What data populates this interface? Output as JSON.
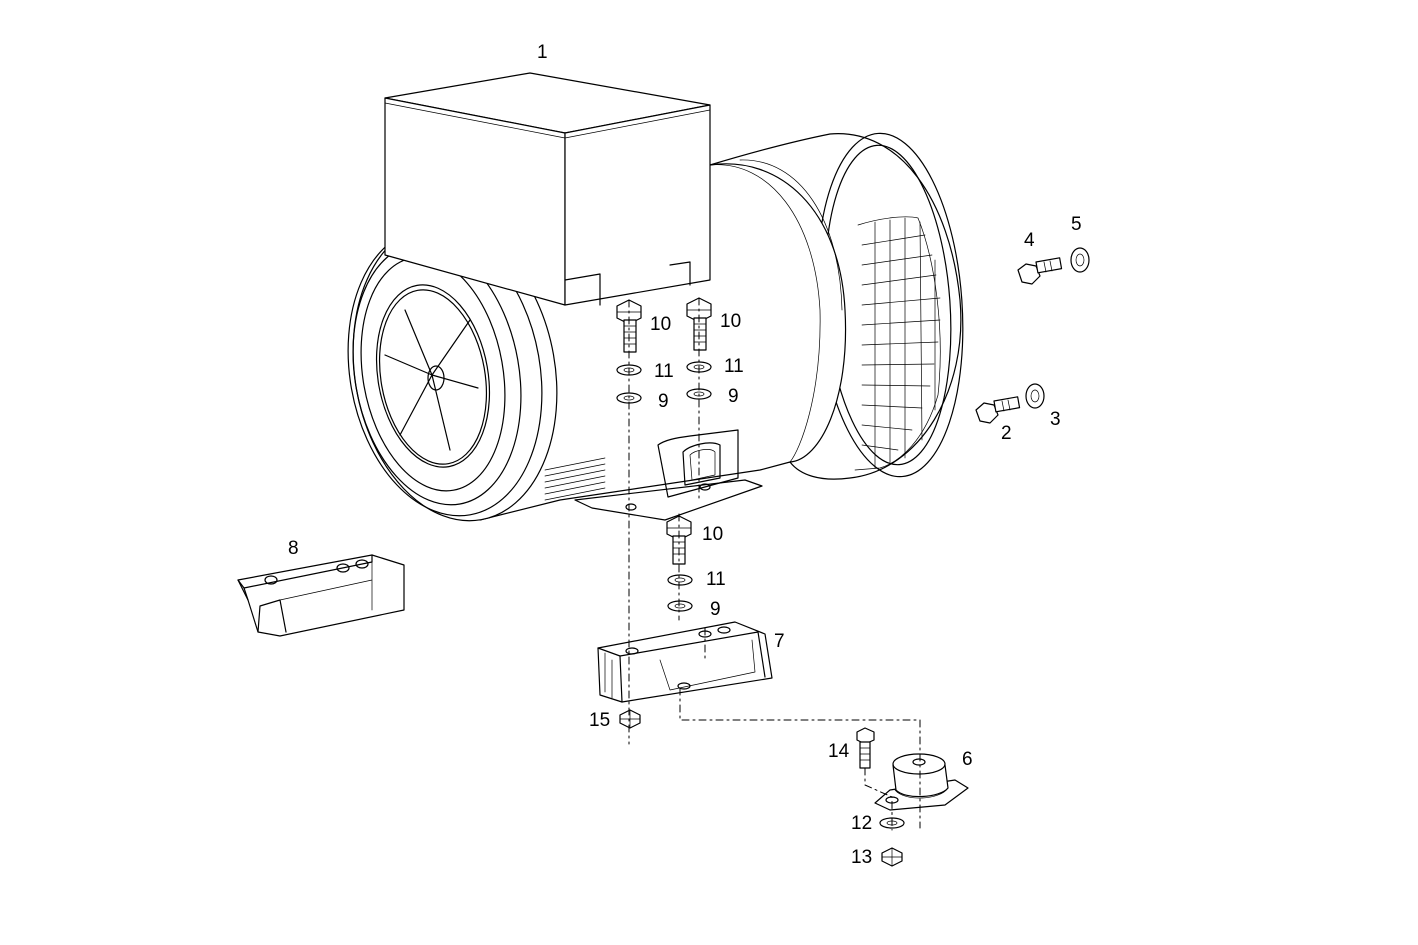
{
  "figure_type": "exploded parts diagram",
  "callouts": [
    "1",
    "10",
    "10",
    "11",
    "11",
    "9",
    "9",
    "5",
    "4",
    "2",
    "3",
    "8",
    "10",
    "11",
    "9",
    "7",
    "15",
    "14",
    "6",
    "12",
    "13"
  ]
}
